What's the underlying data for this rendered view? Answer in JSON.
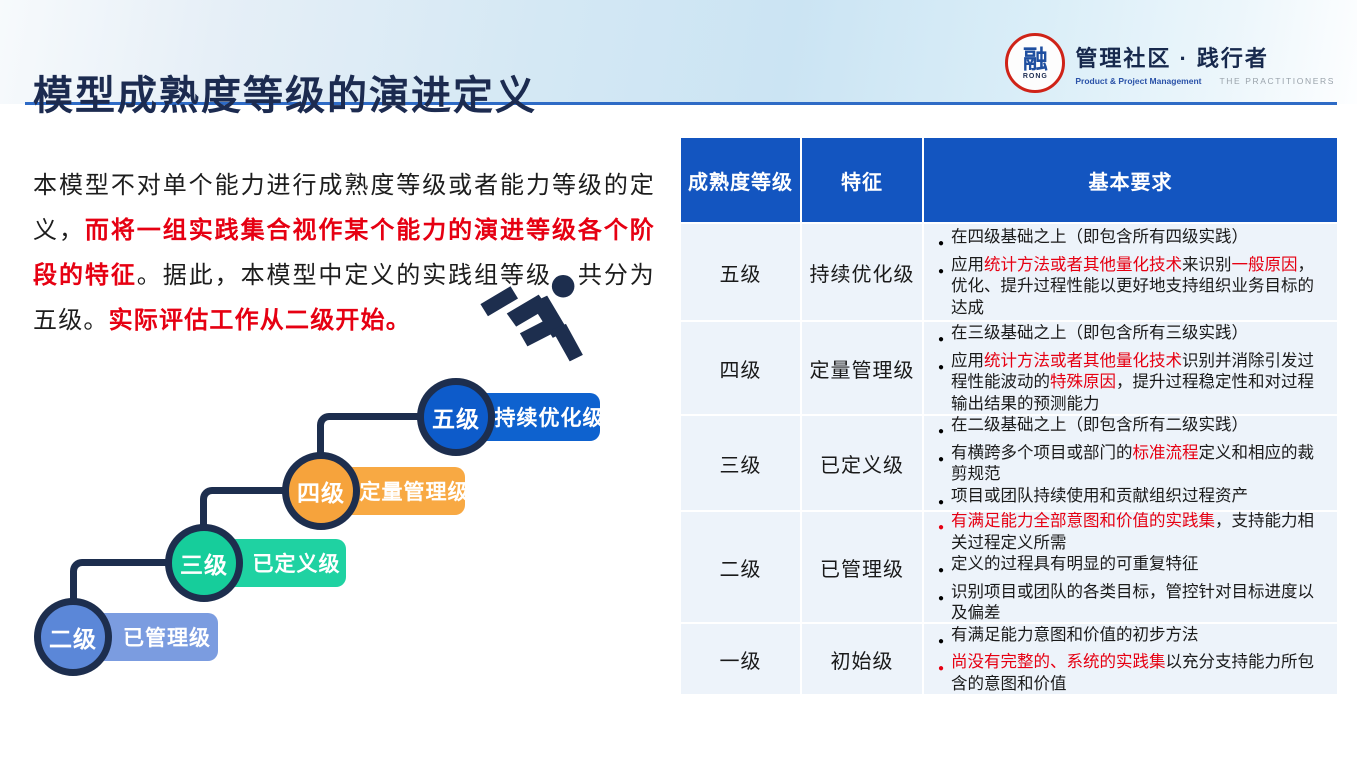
{
  "slide": {
    "title": "模型成熟度等级的演进定义"
  },
  "logo": {
    "glyph": "融",
    "glyph_sub": "RONG",
    "brand": "管理社区 · 践行者",
    "tagline": "Product & Project Management",
    "tagline_right": "THE PRACTITIONERS"
  },
  "intro": {
    "segments": [
      {
        "text": "本模型不对单个能力进行成熟度等级或者能力等级的定义，",
        "em": false
      },
      {
        "text": "而将一组实践集合视作某个能力的演进等级各个阶段的特征",
        "em": true
      },
      {
        "text": "。据此，本模型中定义的实践组等级，共分为五级。",
        "em": false
      },
      {
        "text": "实际评估工作从二级开始。",
        "em": true
      }
    ]
  },
  "ladder": {
    "connector_color": "#1d2e4e",
    "runner_color": "#1d2e4e",
    "steps": [
      {
        "level": "二级",
        "label": "已管理级",
        "circle_color": "#5b87d8",
        "pill_color": "#7b9ce0"
      },
      {
        "level": "三级",
        "label": "已定义级",
        "circle_color": "#16cd9b",
        "pill_color": "#1fd2a2"
      },
      {
        "level": "四级",
        "label": "定量管理级",
        "circle_color": "#f6a33c",
        "pill_color": "#f8a943"
      },
      {
        "level": "五级",
        "label": "持续优化级",
        "circle_color": "#0d5bca",
        "pill_color": "#0e62cf"
      }
    ]
  },
  "table": {
    "header_bg": "#1355c0",
    "row_bg": "#edf3fa",
    "accent_red": "#e60012",
    "headers": [
      "成熟度等级",
      "特征",
      "基本要求"
    ],
    "rows": [
      {
        "level": "五级",
        "feature": "持续优化级",
        "bullets": [
          {
            "dot": "black",
            "segments": [
              {
                "text": "在四级基础之上（即包含所有四级实践）",
                "em": false
              }
            ]
          },
          {
            "dot": "black",
            "segments": [
              {
                "text": "应用",
                "em": false
              },
              {
                "text": "统计方法或者其他量化技术",
                "em": true
              },
              {
                "text": "来识别",
                "em": false
              },
              {
                "text": "一般原因",
                "em": true
              },
              {
                "text": "，优化、提升过程性能以更好地支持组织业务目标的达成",
                "em": false
              }
            ]
          }
        ]
      },
      {
        "level": "四级",
        "feature": "定量管理级",
        "bullets": [
          {
            "dot": "black",
            "segments": [
              {
                "text": "在三级基础之上（即包含所有三级实践）",
                "em": false
              }
            ]
          },
          {
            "dot": "black",
            "segments": [
              {
                "text": "应用",
                "em": false
              },
              {
                "text": "统计方法或者其他量化技术",
                "em": true
              },
              {
                "text": "识别并消除引发过程性能波动的",
                "em": false
              },
              {
                "text": "特殊原因",
                "em": true
              },
              {
                "text": "，提升过程稳定性和对过程输出结果的预测能力",
                "em": false
              }
            ]
          }
        ]
      },
      {
        "level": "三级",
        "feature": "已定义级",
        "bullets": [
          {
            "dot": "black",
            "segments": [
              {
                "text": "在二级基础之上（即包含所有二级实践）",
                "em": false
              }
            ]
          },
          {
            "dot": "black",
            "segments": [
              {
                "text": "有横跨多个项目或部门的",
                "em": false
              },
              {
                "text": "标准流程",
                "em": true
              },
              {
                "text": "定义和相应的裁剪规范",
                "em": false
              }
            ]
          },
          {
            "dot": "black",
            "segments": [
              {
                "text": "项目或团队持续使用和贡献组织过程资产",
                "em": false
              }
            ]
          }
        ]
      },
      {
        "level": "二级",
        "feature": "已管理级",
        "bullets": [
          {
            "dot": "red",
            "segments": [
              {
                "text": "有满足能力全部意图和价值的实践集",
                "em": true
              },
              {
                "text": "，支持能力相关过程定义所需",
                "em": false
              }
            ]
          },
          {
            "dot": "black",
            "segments": [
              {
                "text": "定义的过程具有明显的可重复特征",
                "em": false
              }
            ]
          },
          {
            "dot": "black",
            "segments": [
              {
                "text": "识别项目或团队的各类目标，管控针对目标进度以及偏差",
                "em": false
              }
            ]
          }
        ]
      },
      {
        "level": "一级",
        "feature": "初始级",
        "bullets": [
          {
            "dot": "black",
            "segments": [
              {
                "text": "有满足能力意图和价值的初步方法",
                "em": false
              }
            ]
          },
          {
            "dot": "red",
            "segments": [
              {
                "text": "尚没有完整的、系统的实践集",
                "em": true
              },
              {
                "text": "以充分支持能力所包含的意图和价值",
                "em": false
              }
            ]
          }
        ]
      }
    ]
  }
}
